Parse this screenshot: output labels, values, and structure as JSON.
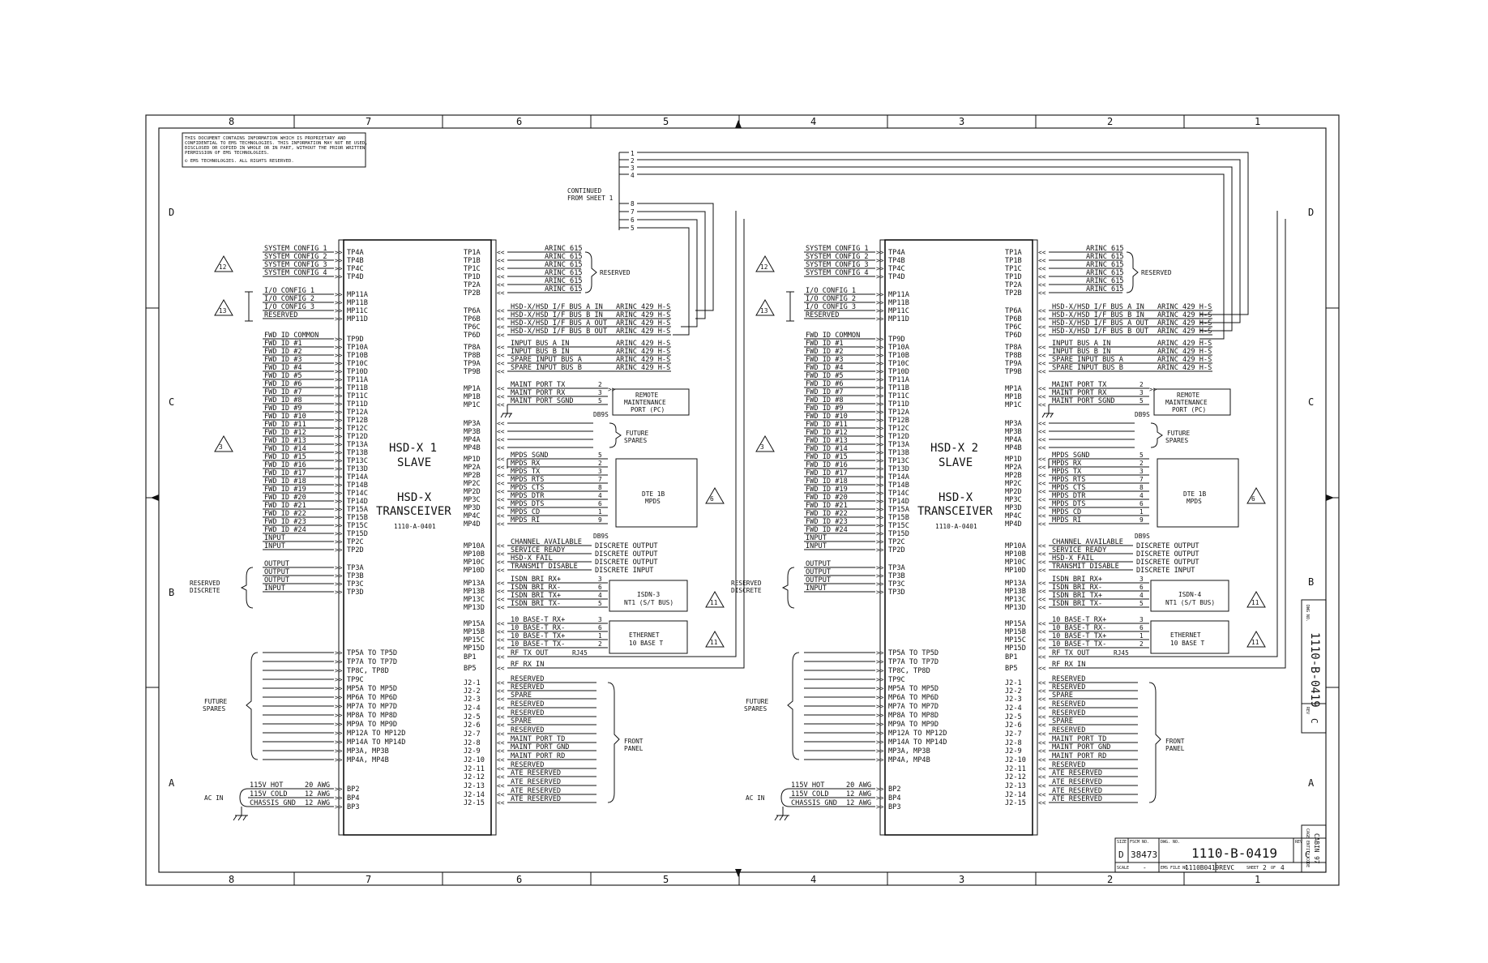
{
  "notice": {
    "lines": [
      "THIS DOCUMENT CONTAINS INFORMATION WHICH IS PROPRIETARY AND",
      "CONFIDENTIAL TO EMS TECHNOLOGIES. THIS INFORMATION MAY NOT BE USED,",
      "DISCLOSED OR COPIED IN WHOLE OR IN PART, WITHOUT THE PRIOR WRITTEN",
      "PERMISSION OF EMS TECHNOLOGIES."
    ],
    "copyright": "© EMS TECHNOLOGIES. ALL RIGHTS RESERVED."
  },
  "zones": {
    "columns": [
      "8",
      "7",
      "6",
      "5",
      "4",
      "3",
      "2",
      "1"
    ],
    "rows": [
      "D",
      "C",
      "B",
      "A"
    ]
  },
  "continued": [
    "CONTINUED",
    "FROM SHEET 1"
  ],
  "continued_numbers": [
    "1",
    "2",
    "3",
    "4",
    "8",
    "7",
    "6",
    "5"
  ],
  "unit1": {
    "title1": "HSD-X 1",
    "title2": "SLAVE",
    "sub1": "HSD-X",
    "sub2": "TRANSCEIVER",
    "pn": "1110-A-0401"
  },
  "unit2": {
    "title1": "HSD-X 2",
    "title2": "SLAVE",
    "sub1": "HSD-X",
    "sub2": "TRANSCEIVER",
    "pn": "1110-A-0401"
  },
  "left_signals": [
    {
      "name": "SYSTEM CONFIG 1",
      "pin": "TP4A"
    },
    {
      "name": "SYSTEM CONFIG 2",
      "pin": "TP4B"
    },
    {
      "name": "SYSTEM CONFIG 3",
      "pin": "TP4C"
    },
    {
      "name": "SYSTEM CONFIG 4",
      "pin": "TP4D"
    },
    {
      "name": "I/O CONFIG 1",
      "pin": "MP11A"
    },
    {
      "name": "I/O CONFIG 2",
      "pin": "MP11B"
    },
    {
      "name": "I/O CONFIG 3",
      "pin": "MP11C"
    },
    {
      "name": "RESERVED",
      "pin": "MP11D"
    },
    {
      "name": "FWD ID COMMON",
      "pin": "TP9D"
    },
    {
      "name": "FWD ID #1",
      "pin": "TP10A"
    },
    {
      "name": "FWD ID #2",
      "pin": "TP10B"
    },
    {
      "name": "FWD ID #3",
      "pin": "TP10C"
    },
    {
      "name": "FWD ID #4",
      "pin": "TP10D"
    },
    {
      "name": "FWD ID #5",
      "pin": "TP11A"
    },
    {
      "name": "FWD ID #6",
      "pin": "TP11B"
    },
    {
      "name": "FWD ID #7",
      "pin": "TP11C"
    },
    {
      "name": "FWD ID #8",
      "pin": "TP11D"
    },
    {
      "name": "FWD ID #9",
      "pin": "TP12A"
    },
    {
      "name": "FWD ID #10",
      "pin": "TP12B"
    },
    {
      "name": "FWD ID #11",
      "pin": "TP12C"
    },
    {
      "name": "FWD ID #12",
      "pin": "TP12D"
    },
    {
      "name": "FWD ID #13",
      "pin": "TP13A"
    },
    {
      "name": "FWD ID #14",
      "pin": "TP13B"
    },
    {
      "name": "FWD ID #15",
      "pin": "TP13C"
    },
    {
      "name": "FWD ID #16",
      "pin": "TP13D"
    },
    {
      "name": "FWD ID #17",
      "pin": "TP14A"
    },
    {
      "name": "FWD ID #18",
      "pin": "TP14B"
    },
    {
      "name": "FWD ID #19",
      "pin": "TP14C"
    },
    {
      "name": "FWD ID #20",
      "pin": "TP14D"
    },
    {
      "name": "FWD ID #21",
      "pin": "TP15A"
    },
    {
      "name": "FWD ID #22",
      "pin": "TP15B"
    },
    {
      "name": "FWD ID #23",
      "pin": "TP15C"
    },
    {
      "name": "FWD ID #24",
      "pin": "TP15D"
    },
    {
      "name": "INPUT",
      "pin": "TP2C"
    },
    {
      "name": "INPUT",
      "pin": "TP2D"
    },
    {
      "name": "OUTPUT",
      "pin": "TP3A"
    },
    {
      "name": "OUTPUT",
      "pin": "TP3B"
    },
    {
      "name": "OUTPUT",
      "pin": "TP3C"
    },
    {
      "name": "INPUT",
      "pin": "TP3D"
    }
  ],
  "left_spares": [
    "TP5A TO TP5D",
    "TP7A TO TP7D",
    "TP8C, TP8D",
    "TP9C",
    "MP5A TO MP5D",
    "MP6A TO MP6D",
    "MP7A TO MP7D",
    "MP8A TO MP8D",
    "MP9A TO MP9D",
    "MP12A TO MP12D",
    "MP14A TO MP14D",
    "MP3A, MP3B",
    "MP4A, MP4B"
  ],
  "power": [
    {
      "name": "115V HOT",
      "gauge": "20 AWG",
      "pin": "BP2"
    },
    {
      "name": "115V COLD",
      "gauge": "12 AWG",
      "pin": "BP4"
    },
    {
      "name": "CHASSIS GND",
      "gauge": "12 AWG",
      "pin": "BP3"
    }
  ],
  "left_groups": {
    "reserved_discrete": [
      "RESERVED",
      "DISCRETE"
    ],
    "future_spares": [
      "FUTURE",
      "SPARES"
    ],
    "ac_in": "AC IN"
  },
  "right_signals": [
    {
      "pin": "TP1A",
      "name": "ARINC 615"
    },
    {
      "pin": "TP1B",
      "name": "ARINC 615"
    },
    {
      "pin": "TP1C",
      "name": "ARINC 615"
    },
    {
      "pin": "TP1D",
      "name": "ARINC 615"
    },
    {
      "pin": "TP2A",
      "name": "ARINC 615"
    },
    {
      "pin": "TP2B",
      "name": "ARINC 615"
    },
    {
      "pin": "TP6A",
      "name": "HSD-X/HSD I/F BUS A IN",
      "bus": "ARINC 429 H-S"
    },
    {
      "pin": "TP6B",
      "name": "HSD-X/HSD I/F BUS B IN",
      "bus": "ARINC 429 H-S"
    },
    {
      "pin": "TP6C",
      "name": "HSD-X/HSD I/F BUS A OUT",
      "bus": "ARINC 429 H-S"
    },
    {
      "pin": "TP6D",
      "name": "HSD-X/HSD I/F BUS B OUT",
      "bus": "ARINC 429 H-S"
    },
    {
      "pin": "TP8A",
      "name": "INPUT BUS A IN",
      "bus": "ARINC 429 H-S"
    },
    {
      "pin": "TP8B",
      "name": "INPUT BUS B IN",
      "bus": "ARINC 429 H-S"
    },
    {
      "pin": "TP9A",
      "name": "SPARE INPUT BUS A",
      "bus": "ARINC 429 H-S"
    },
    {
      "pin": "TP9B",
      "name": "SPARE INPUT BUS B",
      "bus": "ARINC 429 H-S"
    },
    {
      "pin": "MP1A",
      "name": "MAINT PORT TX",
      "n": "2"
    },
    {
      "pin": "MP1B",
      "name": "MAINT PORT RX",
      "n": "3"
    },
    {
      "pin": "MP1C",
      "name": "MAINT PORT SGND",
      "n": "5"
    },
    {
      "pin": "MP3A",
      "name": ""
    },
    {
      "pin": "MP3B",
      "name": ""
    },
    {
      "pin": "MP4A",
      "name": ""
    },
    {
      "pin": "MP4B",
      "name": ""
    },
    {
      "pin": "MP1D",
      "name": "MPDS SGND",
      "n": "5"
    },
    {
      "pin": "MP2A",
      "name": "MPDS RX",
      "n": "2"
    },
    {
      "pin": "MP2B",
      "name": "MPDS TX",
      "n": "3"
    },
    {
      "pin": "MP2C",
      "name": "MPDS RTS",
      "n": "7"
    },
    {
      "pin": "MP2D",
      "name": "MPDS CTS",
      "n": "8"
    },
    {
      "pin": "MP3C",
      "name": "MPDS DTR",
      "n": "4"
    },
    {
      "pin": "MP3D",
      "name": "MPDS DTS",
      "n": "6"
    },
    {
      "pin": "MP4C",
      "name": "MPDS CD",
      "n": "1"
    },
    {
      "pin": "MP4D",
      "name": "MPDS RI",
      "n": "9"
    },
    {
      "pin": "MP10A",
      "name": "CHANNEL AVAILABLE",
      "out": "DISCRETE OUTPUT"
    },
    {
      "pin": "MP10B",
      "name": "SERVICE READY",
      "out": "DISCRETE OUTPUT"
    },
    {
      "pin": "MP10C",
      "name": "HSD-X FAIL",
      "out": "DISCRETE OUTPUT"
    },
    {
      "pin": "MP10D",
      "name": "TRANSMIT DISABLE",
      "out": "DISCRETE INPUT"
    },
    {
      "pin": "MP13A",
      "name": "ISDN BRI RX+",
      "n": "3"
    },
    {
      "pin": "MP13B",
      "name": "ISDN BRI RX-",
      "n": "6"
    },
    {
      "pin": "MP13C",
      "name": "ISDN BRI TX+",
      "n": "4"
    },
    {
      "pin": "MP13D",
      "name": "ISDN BRI TX-",
      "n": "5"
    },
    {
      "pin": "MP15A",
      "name": "10 BASE-T RX+",
      "n": "3"
    },
    {
      "pin": "MP15B",
      "name": "10 BASE-T RX-",
      "n": "6"
    },
    {
      "pin": "MP15C",
      "name": "10 BASE-T TX+",
      "n": "1"
    },
    {
      "pin": "MP15D",
      "name": "10 BASE-T TX-",
      "n": "2"
    },
    {
      "pin": "BP1",
      "name": "RF TX OUT",
      "n": "RJ45"
    },
    {
      "pin": "BP5",
      "name": "RF RX IN"
    }
  ],
  "front_panel": [
    {
      "pin": "J2-1",
      "name": "RESERVED"
    },
    {
      "pin": "J2-2",
      "name": "RESERVED"
    },
    {
      "pin": "J2-3",
      "name": "SPARE"
    },
    {
      "pin": "J2-4",
      "name": "RESERVED"
    },
    {
      "pin": "J2-5",
      "name": "RESERVED"
    },
    {
      "pin": "J2-6",
      "name": "SPARE"
    },
    {
      "pin": "J2-7",
      "name": "RESERVED"
    },
    {
      "pin": "J2-8",
      "name": "MAINT PORT TD"
    },
    {
      "pin": "J2-9",
      "name": "MAINT PORT GND"
    },
    {
      "pin": "J2-10",
      "name": "MAINT PORT RD"
    },
    {
      "pin": "J2-11",
      "name": "RESERVED"
    },
    {
      "pin": "J2-12",
      "name": "ATE RESERVED"
    },
    {
      "pin": "J2-13",
      "name": "ATE RESERVED"
    },
    {
      "pin": "J2-14",
      "name": "ATE RESERVED"
    },
    {
      "pin": "J2-15",
      "name": "ATE RESERVED"
    }
  ],
  "right_groups": {
    "reserved": "RESERVED",
    "remote": [
      "REMOTE",
      "MAINTENANCE",
      "PORT (PC)"
    ],
    "db9s": "DB9S",
    "future_spares": [
      "FUTURE",
      "SPARES"
    ],
    "dte": [
      "DTE 1B",
      "MPDS"
    ],
    "isdn1": [
      "ISDN-3",
      "NT1 (S/T BUS)"
    ],
    "isdn2": [
      "ISDN-4",
      "NT1 (S/T BUS)"
    ],
    "ethernet": [
      "ETHERNET",
      "10 BASE T"
    ],
    "front_panel": [
      "FRONT",
      "PANEL"
    ]
  },
  "revision_flags": [
    "12",
    "13",
    "3",
    "6",
    "11",
    "11"
  ],
  "title_block": {
    "size_label": "SIZE",
    "size": "D",
    "fscm_label": "FSCM NO.",
    "fscm": "38473",
    "dwg_label": "DWG. NO.",
    "dwg": "1110-B-0419",
    "rev_label": "REV",
    "rev": "C",
    "scale_label": "SCALE",
    "scale": "-",
    "file_label": "EMS FILE NO.",
    "file": "1110B0419REVC",
    "sheet_label": "SHEET",
    "sheet": "2",
    "of_label": "OF",
    "of": "4"
  },
  "side_block": {
    "dwg_label": "DWG NO.",
    "dwg": "1110-B-0419",
    "rev_label": "REV",
    "rev": "C",
    "cage_label": "CAGE ENTITY CODE",
    "cage": "CABIN 97"
  }
}
